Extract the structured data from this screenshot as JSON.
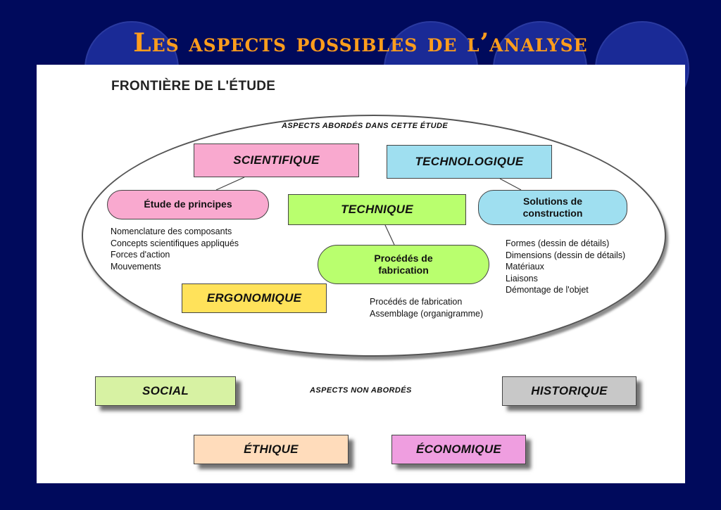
{
  "slide": {
    "title": "Les aspects possibles de l’analyse"
  },
  "diagram": {
    "frontier_title": "FRONTIÈRE DE L'ÉTUDE",
    "inside_label": "ASPECTS ABORDÉS DANS CETTE ÉTUDE",
    "outside_label": "ASPECTS NON ABORDÉS",
    "aspects_inside": {
      "scientifique": "SCIENTIFIQUE",
      "technologique": "TECHNOLOGIQUE",
      "technique": "TECHNIQUE",
      "ergonomique": "ERGONOMIQUE"
    },
    "sub_items": {
      "etude_principes": "Étude de principes",
      "solutions_construction": "Solutions de construction",
      "procedes_fabrication": "Procédés de fabrication"
    },
    "notes": {
      "principes": [
        "Nomenclature des composants",
        "Concepts scientifiques appliqués",
        "Forces d'action",
        "Mouvements"
      ],
      "solutions": [
        "Formes (dessin de détails)",
        "Dimensions (dessin de détails)",
        "Matériaux",
        "Liaisons",
        "Démontage de l'objet"
      ],
      "procedes": [
        "Procédés de fabrication",
        "Assemblage (organigramme)"
      ]
    },
    "aspects_outside": {
      "social": "SOCIAL",
      "historique": "HISTORIQUE",
      "ethique": "ÉTHIQUE",
      "economique": "ÉCONOMIQUE"
    },
    "colors": {
      "scientifique": "#f9a9cf",
      "technologique": "#9fdff0",
      "technique": "#b9ff6e",
      "ergonomique": "#ffe25a",
      "etude_principes": "#f9a9cf",
      "solutions_construction": "#9fdff0",
      "procedes_fabrication": "#b9ff6e",
      "social": "#d7f2a3",
      "historique": "#c8c8c8",
      "ethique": "#ffdcbb",
      "economique": "#ef9ee0"
    }
  }
}
